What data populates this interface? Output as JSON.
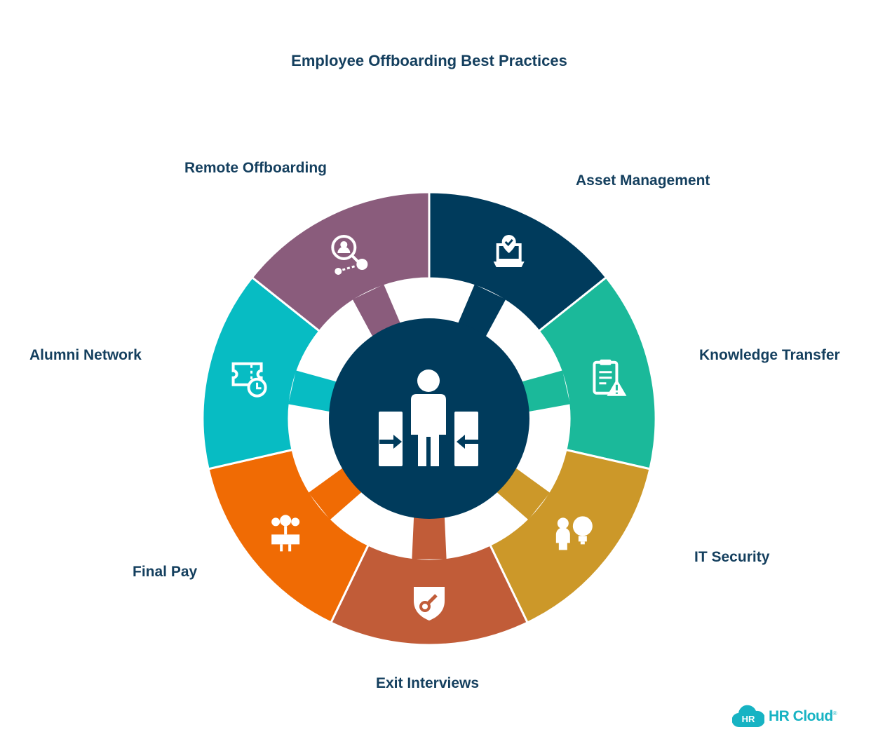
{
  "title": "Employee Offboarding Best Practices",
  "center": {
    "icon": "person-entering-exiting-doors-icon",
    "color": "#003b5c"
  },
  "segments": [
    {
      "label": "Remote Offboarding",
      "color": "#003b5c",
      "icon": "laptop-location-check-icon"
    },
    {
      "label": "Asset Management",
      "color": "#1bb99a",
      "icon": "clipboard-warning-icon"
    },
    {
      "label": "Knowledge Transfer",
      "color": "#cc9829",
      "icon": "person-lightbulb-icon"
    },
    {
      "label": "IT Security",
      "color": "#c15c38",
      "icon": "shield-key-icon"
    },
    {
      "label": "Exit Interviews",
      "color": "#f06b04",
      "icon": "interview-microphones-icon"
    },
    {
      "label": "Final Pay",
      "color": "#07bcc3",
      "icon": "paycheck-ticket-clock-icon"
    },
    {
      "label": "Alumni Network",
      "color": "#8a5c7c",
      "icon": "network-search-person-icon"
    }
  ],
  "brand": {
    "name": "HR Cloud",
    "mark": "HR",
    "registered": "®",
    "color": "#17b3c3"
  }
}
